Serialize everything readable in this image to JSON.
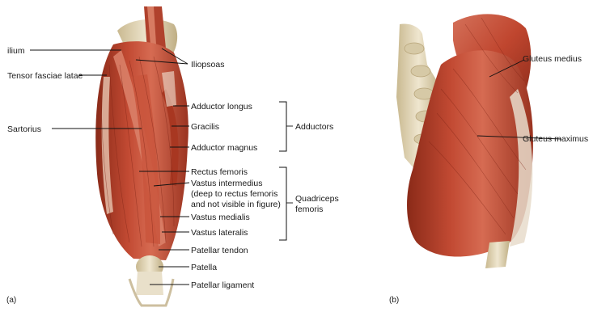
{
  "figure_a": {
    "panel_label": "(a)",
    "labels": {
      "ilium": "ilium",
      "tensor_fasciae_latae": "Tensor fasciae latae",
      "sartorius": "Sartorius",
      "iliopsoas": "Iliopsoas",
      "adductor_longus": "Adductor longus",
      "gracilis": "Gracilis",
      "adductor_magnus": "Adductor magnus",
      "rectus_femoris": "Rectus femoris",
      "vastus_intermedius_line1": "Vastus intermedius",
      "vastus_intermedius_line2": "(deep to rectus femoris",
      "vastus_intermedius_line3": "and not visible in figure)",
      "vastus_medialis": "Vastus medialis",
      "vastus_lateralis": "Vastus lateralis",
      "patellar_tendon": "Patellar tendon",
      "patella": "Patella",
      "patellar_ligament": "Patellar ligament"
    },
    "groups": {
      "adductors": "Adductors",
      "quadriceps_line1": "Quadriceps",
      "quadriceps_line2": "femoris"
    }
  },
  "figure_b": {
    "panel_label": "(b)",
    "labels": {
      "gluteus_medius": "Gluteus medius",
      "gluteus_maximus": "Gluteus maximus"
    }
  },
  "colors": {
    "muscle_light": "#d9715a",
    "muscle_mid": "#b8402c",
    "muscle_dark": "#7c2214",
    "tendon": "#efe7d8",
    "bone": "#e6dcc4",
    "bone_shadow": "#c9b990",
    "line": "#111111"
  }
}
